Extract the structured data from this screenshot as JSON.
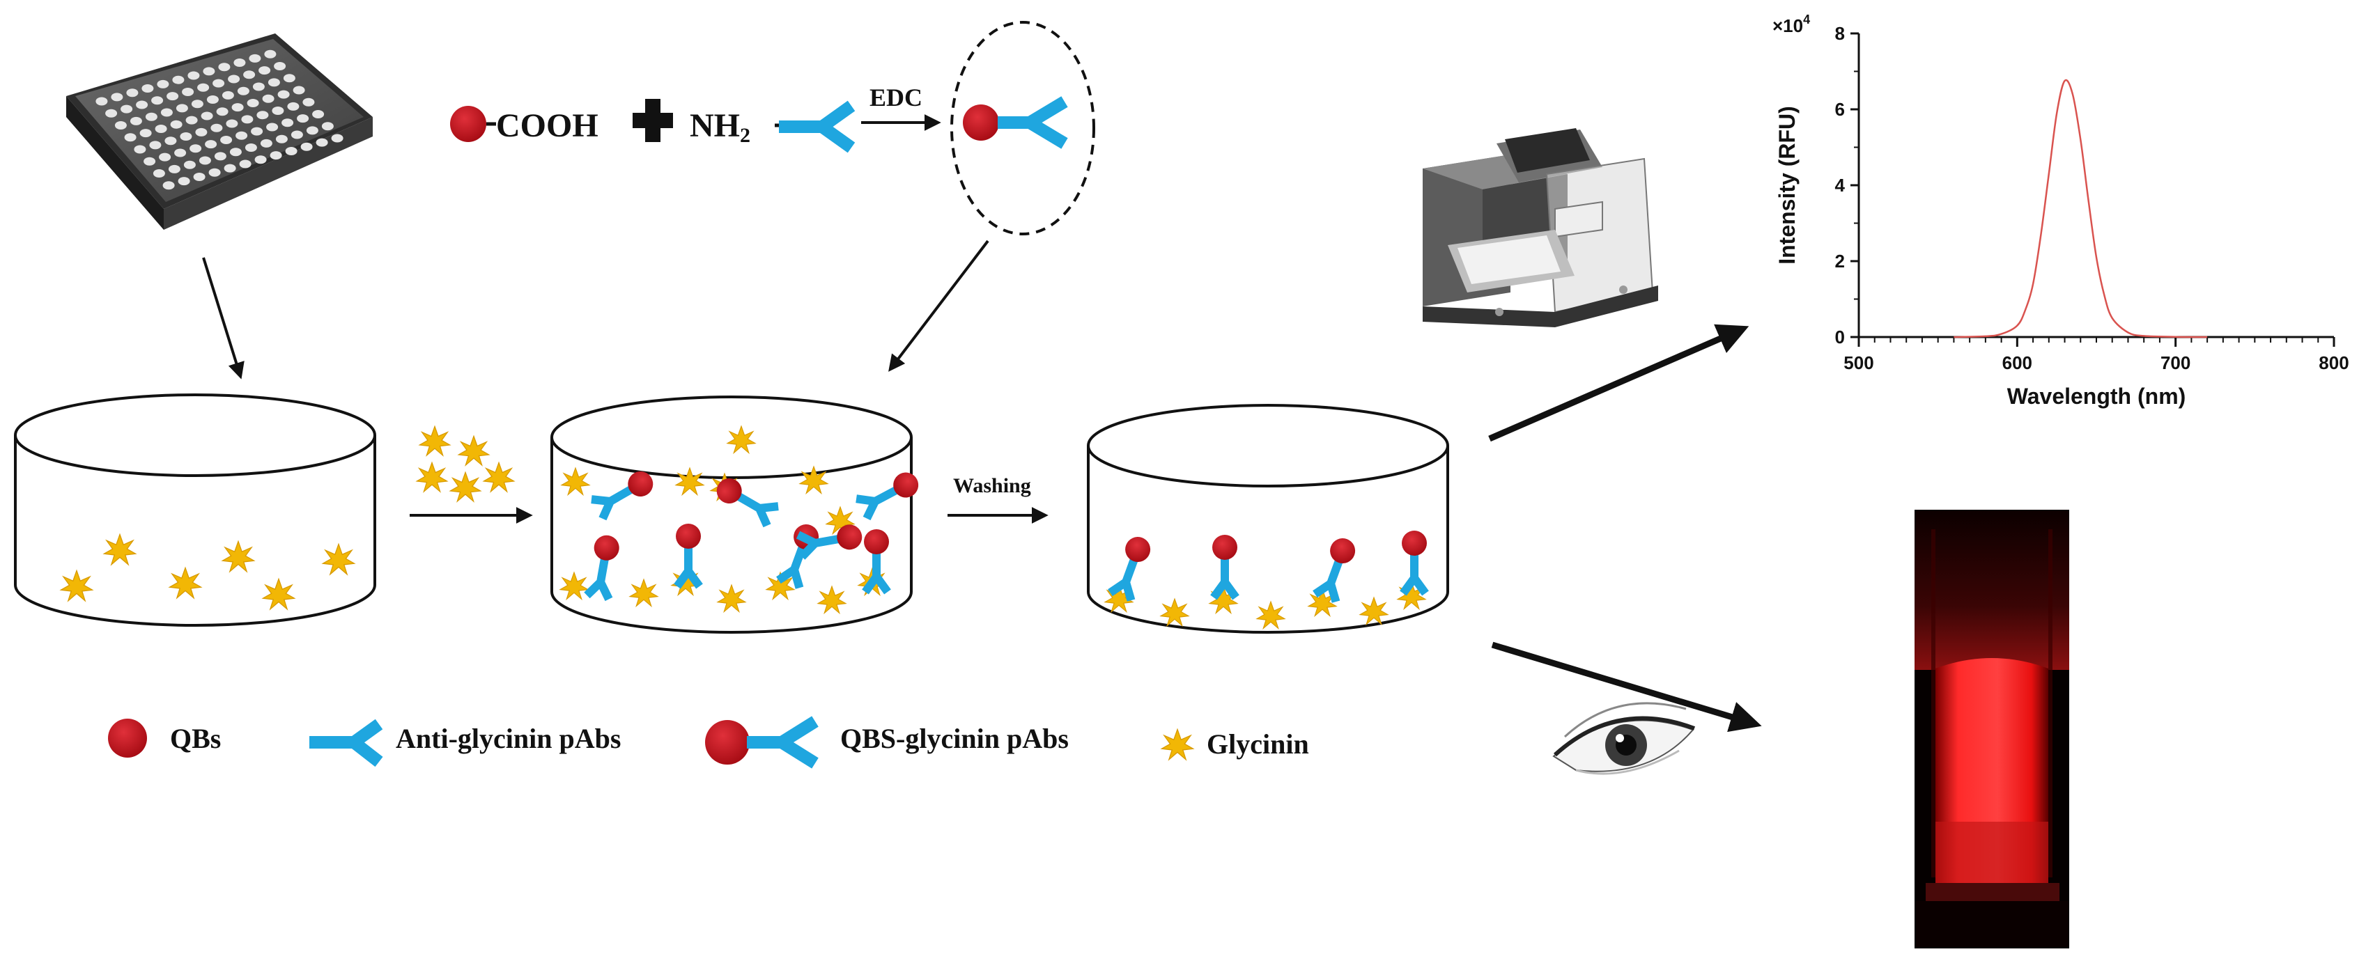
{
  "reaction": {
    "cooh": "COOH",
    "nh2": "NH",
    "nh2_sub": "2",
    "edc": "EDC"
  },
  "process": {
    "washing": "Washing"
  },
  "legend": {
    "qbs": "QBs",
    "antibody": "Anti-glycinin pAbs",
    "conjugate": "QBS-glycinin pAbs",
    "glycinin": "Glycinin"
  },
  "colors": {
    "qb_red": "#c0121c",
    "antibody_blue": "#1fa6df",
    "glycinin_gold": "#f2b705",
    "curve_red": "#d9534f",
    "vial_red": "#ff2020"
  },
  "chart_data": {
    "type": "line",
    "title": "",
    "xlabel": "Wavelength (nm)",
    "ylabel": "Intensity (RFU)",
    "y_multiplier": "×10",
    "y_multiplier_exp": "4",
    "xlim": [
      500,
      800
    ],
    "ylim": [
      0,
      8
    ],
    "x_ticks": [
      "500",
      "600",
      "700",
      "800"
    ],
    "y_ticks": [
      "0",
      "2",
      "4",
      "6",
      "8"
    ],
    "grid": false,
    "series": [
      {
        "x": [
          560,
          580,
          590,
          600,
          605,
          610,
          615,
          620,
          625,
          630,
          635,
          640,
          645,
          650,
          655,
          660,
          670,
          680,
          700,
          720
        ],
        "y": [
          0,
          0.02,
          0.08,
          0.3,
          0.7,
          1.4,
          2.7,
          4.3,
          5.9,
          6.75,
          6.4,
          5.2,
          3.6,
          2.1,
          1.1,
          0.5,
          0.12,
          0.03,
          0.005,
          0
        ]
      }
    ]
  }
}
